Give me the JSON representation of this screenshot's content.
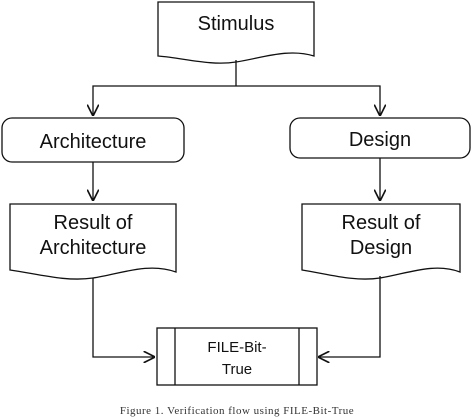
{
  "nodes": {
    "stimulus": "Stimulus",
    "architecture": "Architecture",
    "design": "Design",
    "result_arch_line1": "Result of",
    "result_arch_line2": "Architecture",
    "result_design_line1": "Result of",
    "result_design_line2": "Design",
    "file_bit_true_line1": "FILE-Bit-",
    "file_bit_true_line2": "True"
  },
  "caption": "Figure 1. Verification flow using FILE-Bit-True",
  "colors": {
    "stroke": "#111111",
    "fill": "#ffffff"
  }
}
